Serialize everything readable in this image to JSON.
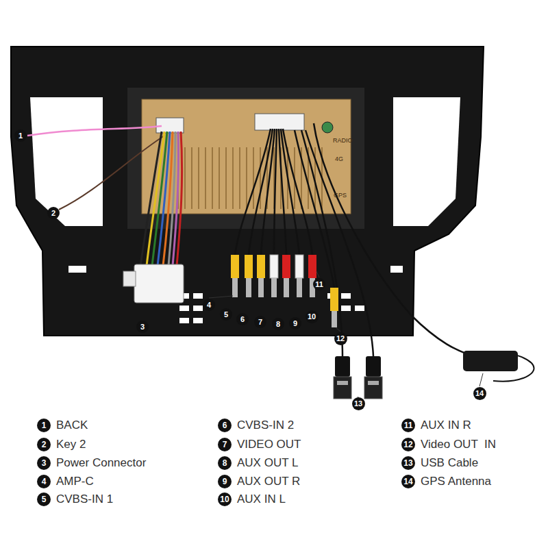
{
  "diagram": {
    "nodes": [
      {
        "text": [
          "1"
        ]
      },
      {
        "text": [
          "2"
        ]
      },
      {
        "text": [
          "3"
        ]
      },
      {
        "text": [
          "4"
        ]
      },
      {
        "text": [
          "5"
        ]
      },
      {
        "text": [
          "6"
        ]
      },
      {
        "text": [
          "7"
        ]
      },
      {
        "text": [
          "8"
        ]
      },
      {
        "text": [
          "9"
        ]
      },
      {
        "text": [
          "10"
        ]
      },
      {
        "text": [
          "11"
        ]
      },
      {
        "text": [
          "12"
        ]
      },
      {
        "text": [
          "13"
        ]
      },
      {
        "text": [
          "14"
        ]
      },
      {
        "text": [
          "1"
        ]
      },
      {
        "text": [
          "2"
        ]
      },
      {
        "text": [
          "3"
        ]
      },
      {
        "text": [
          "4"
        ]
      },
      {
        "text": [
          "5"
        ]
      },
      {
        "text": [
          "6"
        ]
      },
      {
        "text": [
          "7"
        ]
      },
      {
        "text": [
          "8"
        ]
      },
      {
        "text": [
          "9"
        ]
      },
      {
        "text": [
          "10"
        ]
      },
      {
        "text": [
          "11"
        ]
      },
      {
        "text": [
          "12"
        ]
      },
      {
        "text": [
          "13"
        ]
      },
      {
        "text": [
          "14"
        ]
      }
    ],
    "labels": [
      "RADIO",
      "4G",
      "GPS",
      "BACK",
      "Key 2",
      "Power Connector",
      "AMP-C",
      "CVBS-IN 1",
      "CVBS-IN 2",
      "VIDEO OUT",
      "AUX OUT L",
      "AUX OUT R",
      "AUX IN L",
      "AUX IN R",
      "Video OUT  IN",
      "USB Cable",
      "GPS Antenna"
    ]
  }
}
